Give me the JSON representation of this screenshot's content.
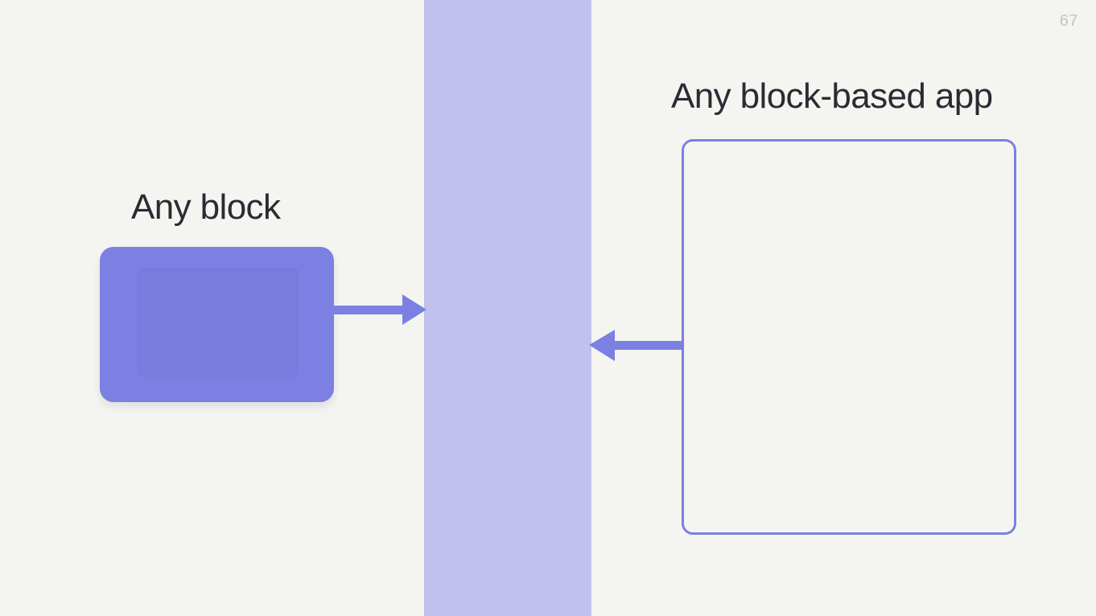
{
  "slide": {
    "page_number": "67",
    "background_color": "#f4f5f0",
    "accent_color": "#7b80e2",
    "band_color": "#c0c1ec",
    "text_color": "#2b2b33"
  },
  "left_group": {
    "label": "Any block",
    "block_name": "block-shape",
    "block_color": "#7b80e2",
    "arrow": {
      "name": "arrow-right-icon",
      "direction": "right",
      "color": "#7b80e2"
    }
  },
  "center": {
    "band_name": "center-band",
    "band_color": "#c0c1ec"
  },
  "right_group": {
    "label": "Any block-based app",
    "card_name": "app-card",
    "card_border_color": "#7b80e2",
    "arrow": {
      "name": "arrow-left-icon",
      "direction": "left",
      "color": "#7b80e2"
    }
  }
}
